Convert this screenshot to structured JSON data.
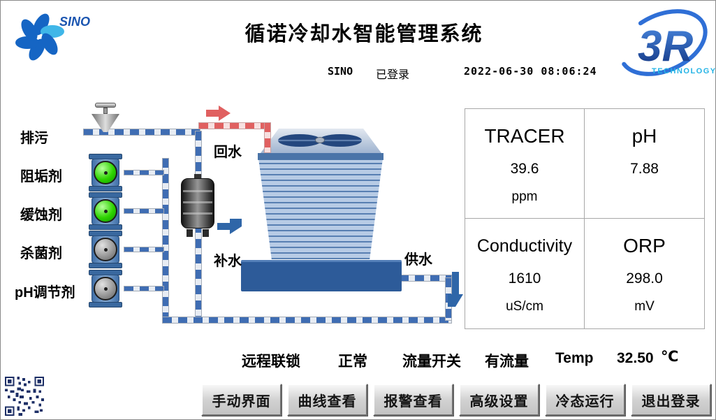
{
  "header": {
    "logo_text": "SINO",
    "title": "循诺冷却水智能管理系统",
    "user": "SINO",
    "login_status": "已登录",
    "datetime": "2022-06-30 08:06:24",
    "logo_right_text": "3R",
    "logo_right_sub": "TECHNOLOGY"
  },
  "diagram": {
    "blowdown_label": "排污",
    "chemicals": [
      {
        "label": "阻垢剂",
        "state": "running"
      },
      {
        "label": "缓蚀剂",
        "state": "running"
      },
      {
        "label": "杀菌剂",
        "state": "stopped"
      },
      {
        "label": "pH调节剂",
        "state": "stopped"
      }
    ],
    "return_water_label": "回水",
    "makeup_water_label": "补水",
    "supply_water_label": "供水"
  },
  "readings": [
    {
      "label": "TRACER",
      "value": "39.6",
      "unit": "ppm"
    },
    {
      "label": "pH",
      "value": "7.88",
      "unit": ""
    },
    {
      "label": "Conductivity",
      "value": "1610",
      "unit": "uS/cm"
    },
    {
      "label": "ORP",
      "value": "298.0",
      "unit": "mV"
    }
  ],
  "status_bar": {
    "interlock_label": "远程联锁",
    "interlock_value": "正常",
    "flow_label": "流量开关",
    "flow_value": "有流量",
    "temp_label": "Temp",
    "temp_value": "32.50",
    "temp_unit": "℃"
  },
  "buttons": [
    "手动界面",
    "曲线查看",
    "报警查看",
    "高级设置",
    "冷态运行",
    "退出登录"
  ],
  "colors": {
    "pump_running": "#2ed400",
    "pump_stopped": "#9a9a9a",
    "pipe_blue": "#3f6db3",
    "pipe_red": "#e06060",
    "tower_blue": "#587fb2",
    "basin_blue": "#2d5b99",
    "logo_blue": "#1e5bb8",
    "logo_cyan": "#25b4e6"
  }
}
